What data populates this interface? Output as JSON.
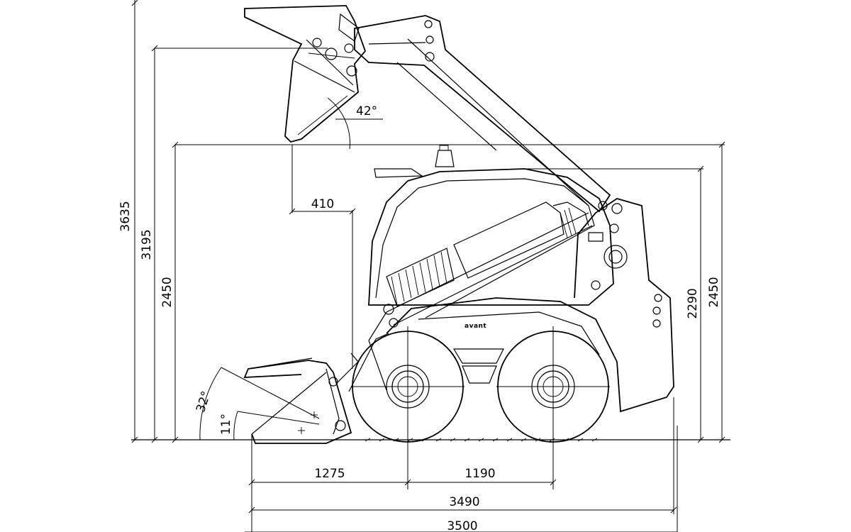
{
  "dimensions": {
    "overall_height_raised": "3635",
    "hinge_pin_height": "3195",
    "dump_height": "2450",
    "dump_reach": "410",
    "dump_angle": "42°",
    "rollback_angle": "32°",
    "ground_angle": "11°",
    "front_to_axle": "1275",
    "wheelbase": "1190",
    "length_with_bucket": "3490",
    "overall_length": "3500",
    "cab_height": "2290",
    "overall_height": "2450"
  },
  "brand_text": "avant"
}
